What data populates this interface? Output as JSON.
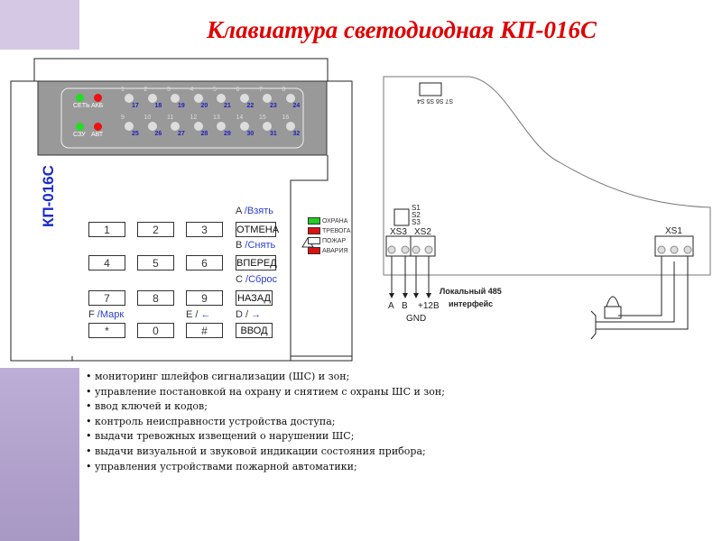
{
  "title": "Клавиатура светодиодная КП-016С",
  "device": {
    "model_label": "КП-016С",
    "status_leds": [
      {
        "label": "СЕТЬ",
        "color": "#22dd22"
      },
      {
        "label": "АКБ",
        "color": "#ee1111"
      },
      {
        "label": "СЗУ",
        "color": "#22dd22"
      },
      {
        "label": "АВТ",
        "color": "#ee1111"
      }
    ],
    "zone_top": [
      "1",
      "2",
      "3",
      "4",
      "5",
      "6",
      "7",
      "8"
    ],
    "zone_top_alt": [
      "17",
      "18",
      "19",
      "20",
      "21",
      "22",
      "23",
      "24"
    ],
    "zone_bottom": [
      "9",
      "10",
      "11",
      "12",
      "13",
      "14",
      "15",
      "16"
    ],
    "zone_bottom_alt": [
      "25",
      "26",
      "27",
      "28",
      "29",
      "30",
      "31",
      "32"
    ]
  },
  "keypad": {
    "digits": [
      "1",
      "2",
      "3",
      "4",
      "5",
      "6",
      "7",
      "8",
      "9",
      "*",
      "0",
      "#"
    ],
    "func_keys": [
      "ОТМЕНА",
      "ВПЕРЕД",
      "НАЗАД",
      "ВВОД"
    ],
    "labels": [
      {
        "l": "A",
        "r": "/Взять"
      },
      {
        "l": "B",
        "r": "/Снять"
      },
      {
        "l": "C",
        "r": "/Сброс"
      },
      {
        "l": "F",
        "r": "/Марк"
      },
      {
        "l": "E /",
        "r": "←"
      },
      {
        "l": "D /",
        "r": "→"
      }
    ]
  },
  "legend": [
    {
      "label": "ОХРАНА",
      "color": "#22cc22"
    },
    {
      "label": "ТРЕВОГА",
      "color": "#dd1111"
    },
    {
      "label": "ПОЖАР",
      "color": "#ffffff"
    },
    {
      "label": "АВАРИЯ",
      "color": "#dd1111"
    }
  ],
  "board": {
    "jumpers_top": "S7 S6 S5 S4",
    "jumpers_left": [
      "S1",
      "S2",
      "S3"
    ],
    "xs3": "XS3",
    "xs2": "XS2",
    "xs1": "XS1",
    "pins": [
      "A",
      "B",
      "+12В"
    ],
    "gnd": "GND",
    "iface": [
      "Локальный 485",
      "интерфейс"
    ]
  },
  "features": [
    "мониторинг шлейфов сигнализации (ШС) и зон;",
    "управление постановкой на охрану и снятием с охраны ШС и зон;",
    "ввод ключей и кодов;",
    "контроль неисправности устройства доступа;",
    "выдачи тревожных извещений о нарушении ШС;",
    "выдачи визуальной и звуковой индикации состояния прибора;",
    "управления устройствами пожарной автоматики;"
  ]
}
